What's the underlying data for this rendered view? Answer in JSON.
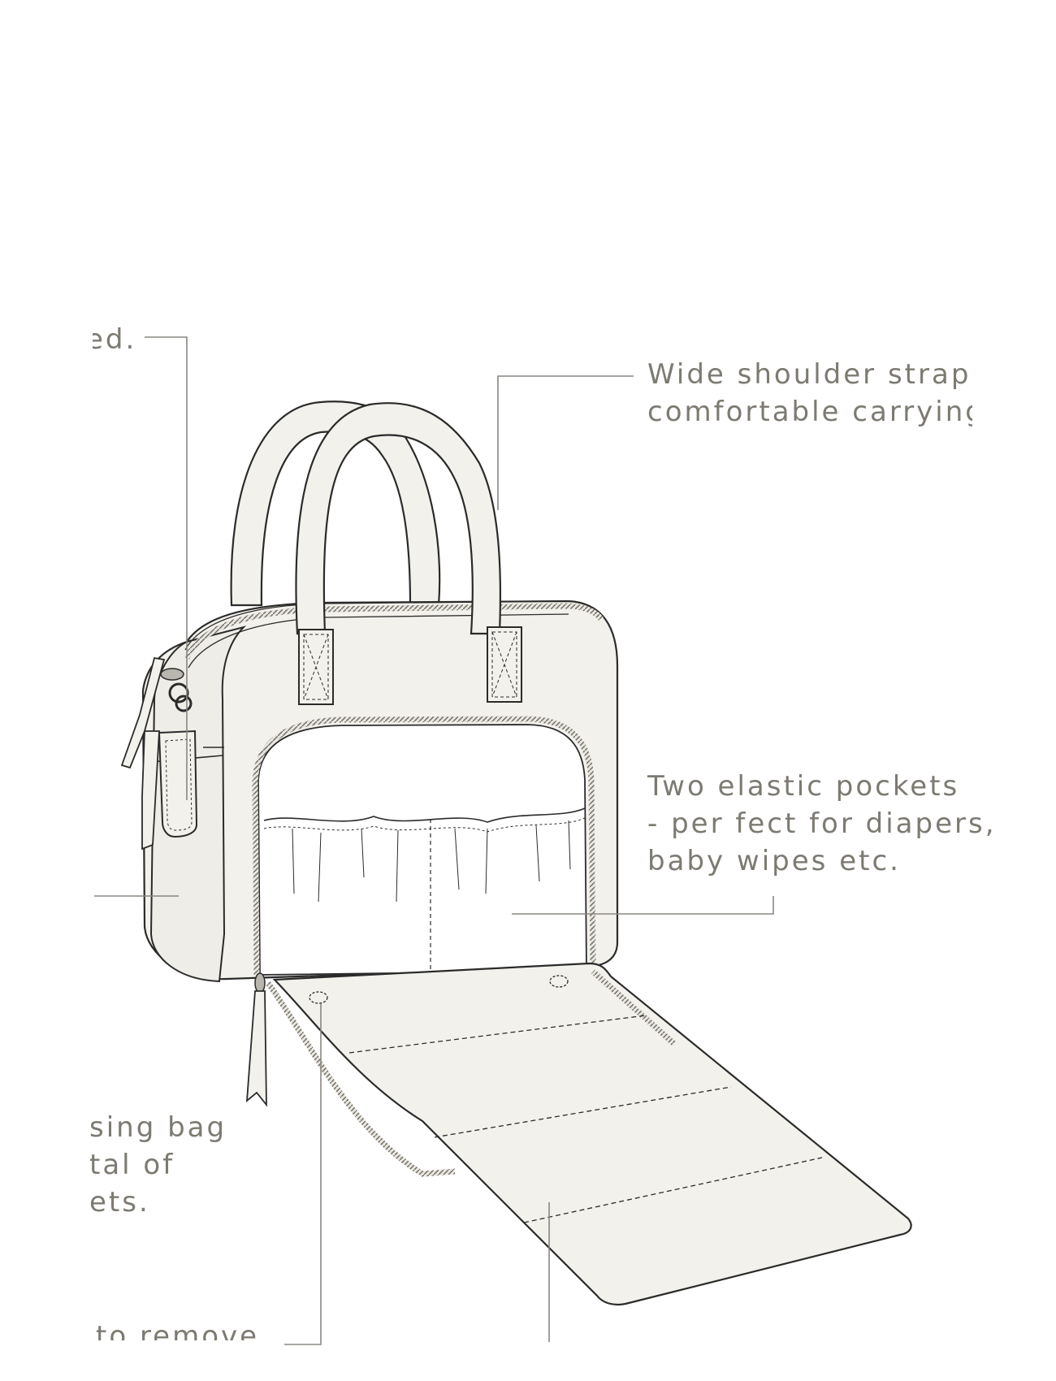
{
  "annotations": {
    "top_left": "ed.",
    "shoulder_straps": {
      "line1": "Wide shoulder straps",
      "line2": "comfortable carrying."
    },
    "elastic_pockets": {
      "line1": "Two elastic pockets",
      "line2": "- per fect for diapers,",
      "line3": "baby wipes etc."
    },
    "left_bag": {
      "line1": "sing bag",
      "line2": "tal of",
      "line3": "ets."
    },
    "bottom_left": "to remove"
  },
  "colors": {
    "outline": "#2b2b2b",
    "fill": "#f3f1ec",
    "leader_line": "#8a8780",
    "text": "#7d7a72",
    "zipper": "#6f6d68"
  }
}
